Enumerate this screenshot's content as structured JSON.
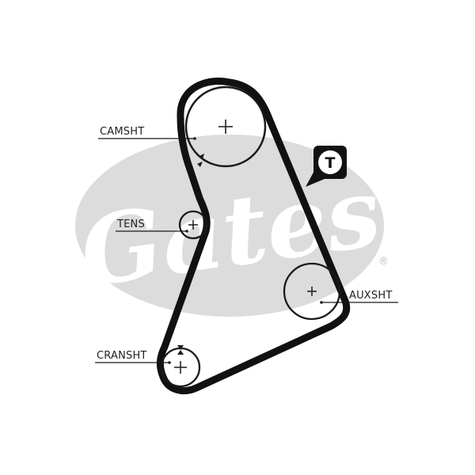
{
  "watermark": {
    "brand_text": "Gates",
    "registered_mark": "®",
    "color": "#d9d9d9"
  },
  "badge": {
    "letter": "T",
    "color": "#111111"
  },
  "labels": {
    "camshaft": "CAMSHT",
    "tensioner": "TENS",
    "auxshaft": "AUXSHT",
    "crankshaft": "CRANSHT"
  },
  "colors": {
    "belt": "#111111",
    "pulley": "#1a1a1a",
    "text": "#222222"
  }
}
